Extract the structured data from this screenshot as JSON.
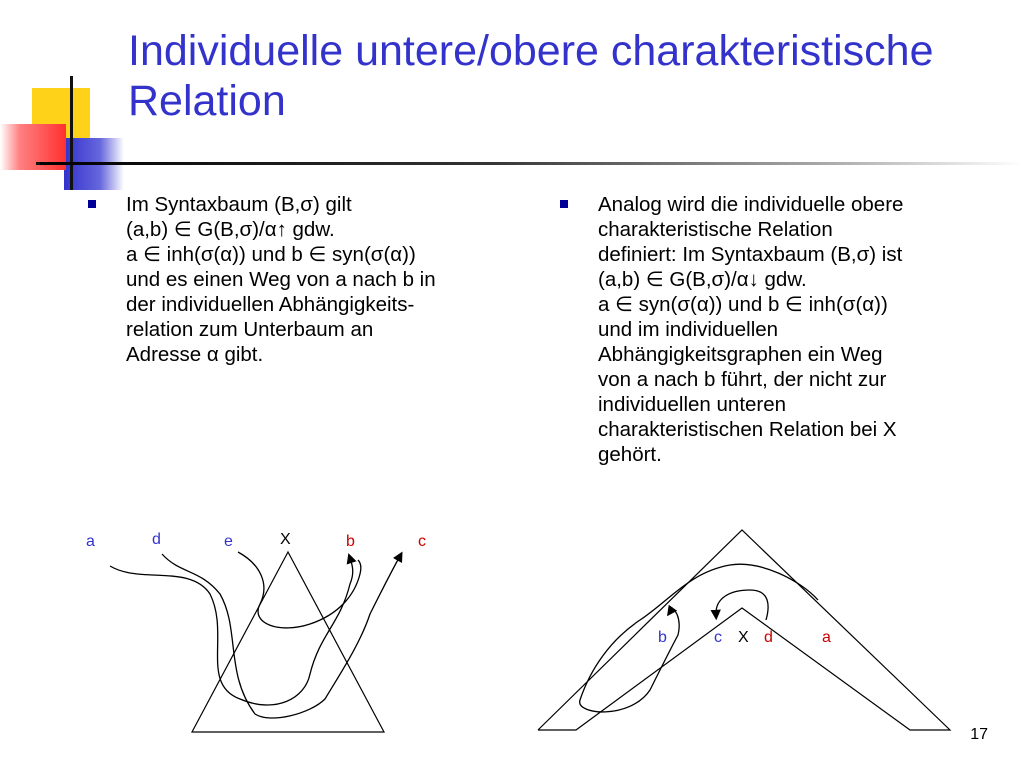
{
  "title": "Individuelle untere/obere charakteristische Relation",
  "left_bullet": {
    "lines": [
      "Im Syntaxbaum (B,σ) gilt",
      "(a,b) ∈ G(B,σ)/α↑ gdw.",
      "a ∈ inh(σ(α)) und b ∈ syn(σ(α))",
      "und es einen Weg von a nach b in",
      "der individuellen Abhängigkeits-",
      "relation zum Unterbaum an",
      "Adresse α gibt."
    ]
  },
  "right_bullet": {
    "lines": [
      "Analog wird die individuelle obere",
      "charakteristische Relation",
      "definiert: Im Syntaxbaum (B,σ) ist",
      "(a,b) ∈ G(B,σ)/α↓ gdw.",
      "a ∈ syn(σ(α)) und b ∈ inh(σ(α))",
      "und im individuellen",
      "Abhängigkeitsgraphen ein Weg",
      "von a nach b führt, der nicht zur",
      "individuellen unteren",
      "charakteristischen Relation bei X",
      "gehört."
    ]
  },
  "left_diagram": {
    "labels": {
      "a": "a",
      "d": "d",
      "e": "e",
      "x": "X",
      "b": "b",
      "c": "c"
    }
  },
  "right_diagram": {
    "labels": {
      "b": "b",
      "c": "c",
      "x": "X",
      "d": "d",
      "a": "a"
    }
  },
  "colors": {
    "title": "#3333cc",
    "label_blue": "#3333cc",
    "label_red": "#cc0000",
    "bullet": "#000099"
  },
  "page_number": "17"
}
